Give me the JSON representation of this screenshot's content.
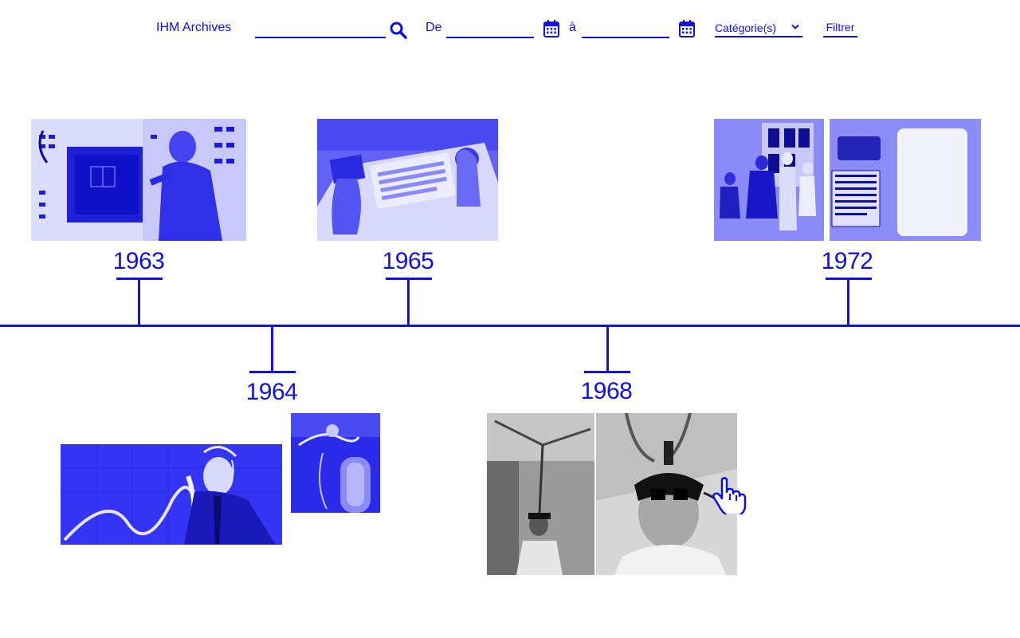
{
  "header": {
    "brand": "IHM Archives",
    "search": {
      "value": "",
      "placeholder": ""
    },
    "from_label": "De",
    "from_date": {
      "value": "",
      "placeholder": ""
    },
    "to_label": "à",
    "to_date": {
      "value": "",
      "placeholder": ""
    },
    "category_label": "Catégorie(s)",
    "filter_label": "Filtrer"
  },
  "timeline": {
    "events": [
      {
        "year": "1963",
        "position": "above",
        "image": "sketchpad-photo"
      },
      {
        "year": "1964",
        "position": "below",
        "image": "cybernetic-sculpture-photo"
      },
      {
        "year": "1965",
        "position": "above",
        "image": "keyboard-trackball-photo"
      },
      {
        "year": "1968",
        "position": "below",
        "image": "head-mounted-display-photo"
      },
      {
        "year": "1972",
        "position": "above",
        "image": "exhibit-panels-photo"
      }
    ]
  },
  "theme": {
    "accent": "#1010e6",
    "background": "#ffffff"
  }
}
